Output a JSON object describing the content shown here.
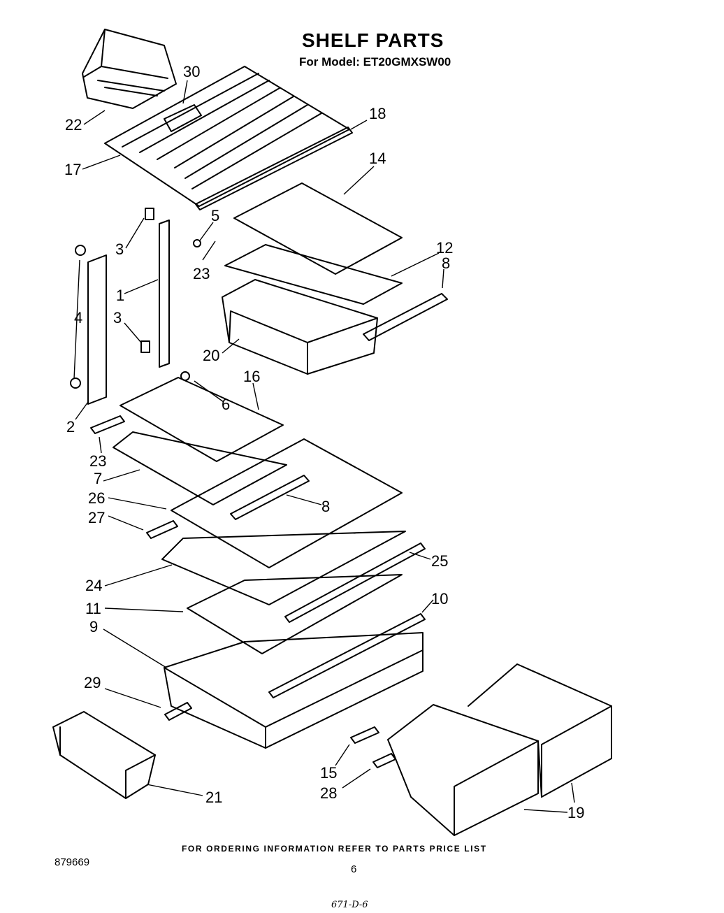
{
  "header": {
    "title": "SHELF PARTS",
    "subtitle": "For Model: ET20GMXSW00"
  },
  "footer": {
    "ordering_note": "FOR ORDERING INFORMATION REFER TO PARTS PRICE LIST",
    "document_number": "879669",
    "page_number": "6",
    "handwritten_code": "671-D-6"
  },
  "callouts": [
    "30",
    "22",
    "18",
    "17",
    "14",
    "5",
    "3",
    "23",
    "12",
    "8",
    "1",
    "4",
    "3",
    "20",
    "16",
    "6",
    "2",
    "23",
    "7",
    "26",
    "8",
    "27",
    "25",
    "24",
    "10",
    "11",
    "9",
    "29",
    "21",
    "15",
    "28",
    "19"
  ]
}
